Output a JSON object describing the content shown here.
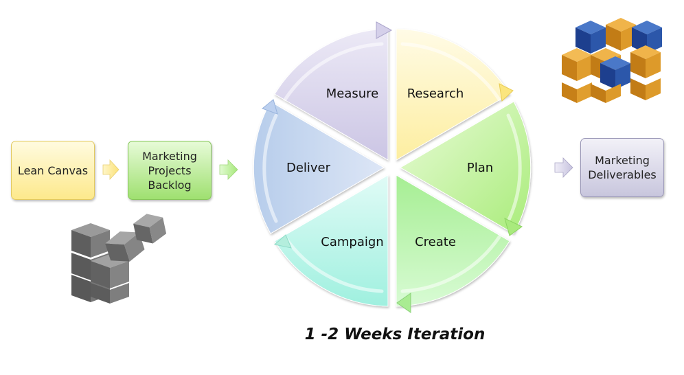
{
  "inputs": {
    "lean_canvas": "Lean Canvas",
    "backlog": "Marketing\nProjects\nBacklog"
  },
  "cycle": {
    "segments": [
      "Research",
      "Plan",
      "Create",
      "Campaign",
      "Deliver",
      "Measure"
    ],
    "colors": {
      "Research": "#fff3b0",
      "Plan": "#c9f5a8",
      "Create": "#b6f2b0",
      "Campaign": "#b8f3e8",
      "Deliver": "#c9d6ef",
      "Measure": "#d8d2ea"
    }
  },
  "output": {
    "deliverables": "Marketing\nDeliverables"
  },
  "caption": "1 -2 Weeks Iteration",
  "icons": [
    "grey-cubes-icon",
    "blue-orange-cubes-icon"
  ]
}
